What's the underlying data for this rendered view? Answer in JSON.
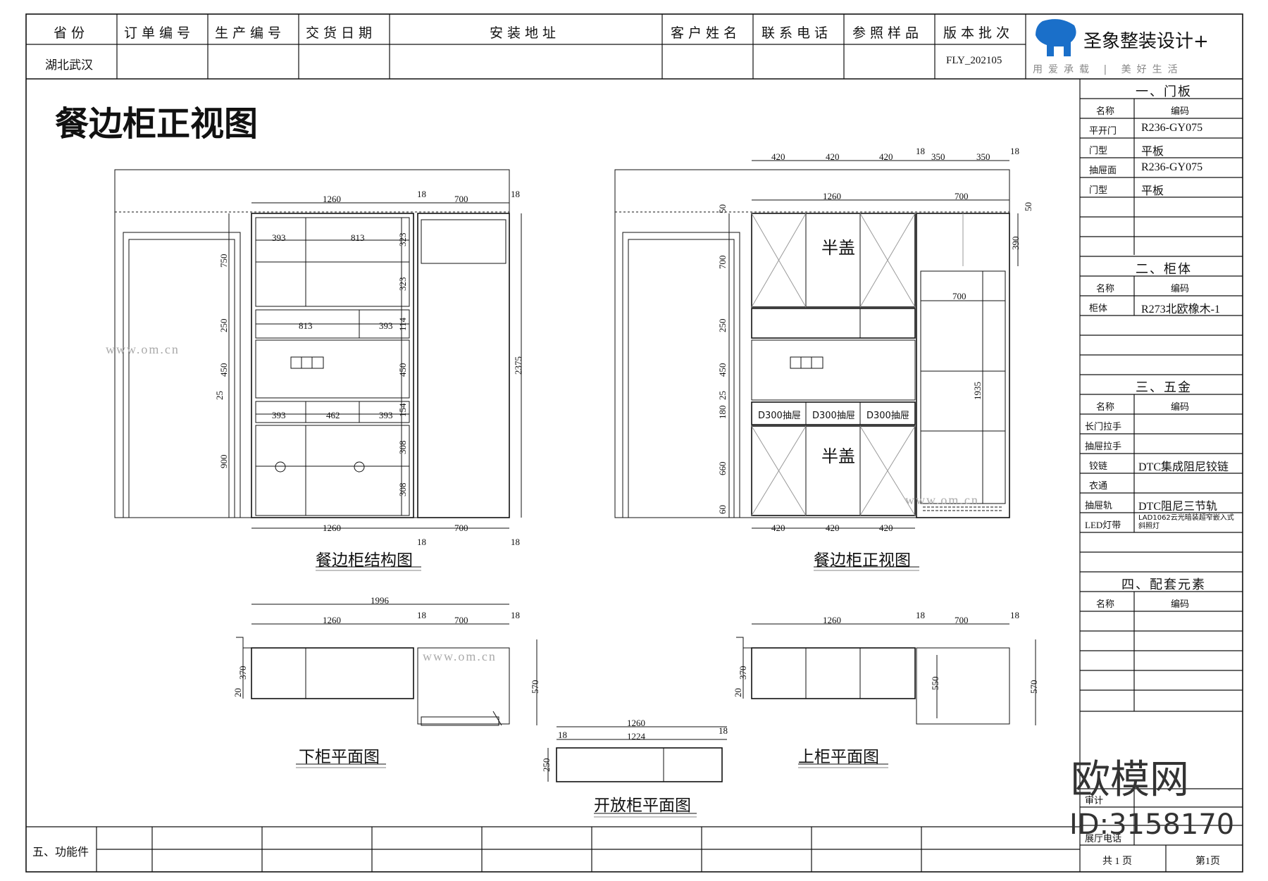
{
  "header": {
    "labels": [
      "省份",
      "订单编号",
      "生产编号",
      "交货日期",
      "安装地址",
      "客户姓名",
      "联系电话",
      "参照样品",
      "版本批次"
    ],
    "province_value": "湖北武汉",
    "version_value": "FLY_202105"
  },
  "logo": {
    "name": "圣象整装设计+",
    "slogan": "用爱承载 | 美好生活"
  },
  "page_title": "餐边柜正视图",
  "captions": {
    "structure": "餐边柜结构图",
    "front": "餐边柜正视图",
    "lower_plan": "下柜平面图",
    "upper_plan": "上柜平面图",
    "open_plan": "开放柜平面图"
  },
  "drawing_labels": {
    "half_cover": "半盖",
    "drawer": "D300抽屉"
  },
  "dims": {
    "structure": {
      "top": [
        "1260",
        "18",
        "700",
        "18"
      ],
      "row1": [
        "393",
        "813"
      ],
      "row2": [
        "813",
        "393"
      ],
      "row3": [
        "393",
        "462",
        "393"
      ],
      "bottom": [
        "1260",
        "18",
        "700",
        "18"
      ],
      "left": [
        "750",
        "250",
        "450",
        "25",
        "900"
      ],
      "inner": [
        "323",
        "323",
        "114",
        "450",
        "154",
        "308",
        "308"
      ],
      "total": "2375"
    },
    "front": {
      "top": [
        "420",
        "420",
        "420",
        "18",
        "350",
        "350",
        "18"
      ],
      "mid": [
        "1260",
        "700"
      ],
      "left": [
        "50",
        "700",
        "250",
        "450",
        "25",
        "180",
        "660",
        "60"
      ],
      "wardrobe_width": "700",
      "right": [
        "50",
        "390",
        "1935"
      ],
      "bottom": [
        "420",
        "420",
        "420"
      ]
    },
    "lower_plan": {
      "top": [
        "1996",
        "1260",
        "18",
        "700",
        "18"
      ],
      "depths": [
        "370",
        "20",
        "570"
      ]
    },
    "upper_plan": {
      "top": [
        "1260",
        "18",
        "700",
        "18"
      ],
      "depths": [
        "370",
        "20",
        "550",
        "570"
      ]
    },
    "open_plan": {
      "top": [
        "18",
        "1260",
        "1224",
        "18"
      ],
      "depth": "250"
    }
  },
  "right_panel": {
    "section1": {
      "title": "一、门板",
      "col1": "名称",
      "col2": "编码",
      "rows": [
        [
          "平开门",
          "R236-GY075"
        ],
        [
          "门型",
          "平板"
        ],
        [
          "抽屉面",
          "R236-GY075"
        ],
        [
          "门型",
          "平板"
        ]
      ]
    },
    "section2": {
      "title": "二、柜体",
      "col1": "名称",
      "col2": "编码",
      "rows": [
        [
          "柜体",
          "R273北欧橡木-1"
        ]
      ]
    },
    "section3": {
      "title": "三、五金",
      "col1": "名称",
      "col2": "编码",
      "rows": [
        [
          "长门拉手",
          ""
        ],
        [
          "抽屉拉手",
          ""
        ],
        [
          "铰链",
          "DTC集成阻尼铰链"
        ],
        [
          "衣通",
          ""
        ],
        [
          "抽屉轨",
          "DTC阻尼三节轨"
        ],
        [
          "LED灯带",
          "LAD1062云光暗装超窄嵌入式斜照灯"
        ]
      ]
    },
    "section4": {
      "title": "四、配套元素",
      "col1": "名称",
      "col2": "编码"
    },
    "footer": {
      "partial1": "审计",
      "partial2": "展厅电话",
      "total_pages": "共 1 页",
      "page": "第1页"
    }
  },
  "bottom_bar": {
    "section5": "五、功能件"
  },
  "watermark": {
    "brand": "欧模网",
    "id": "ID:3158170",
    "site": "www.om.cn"
  }
}
